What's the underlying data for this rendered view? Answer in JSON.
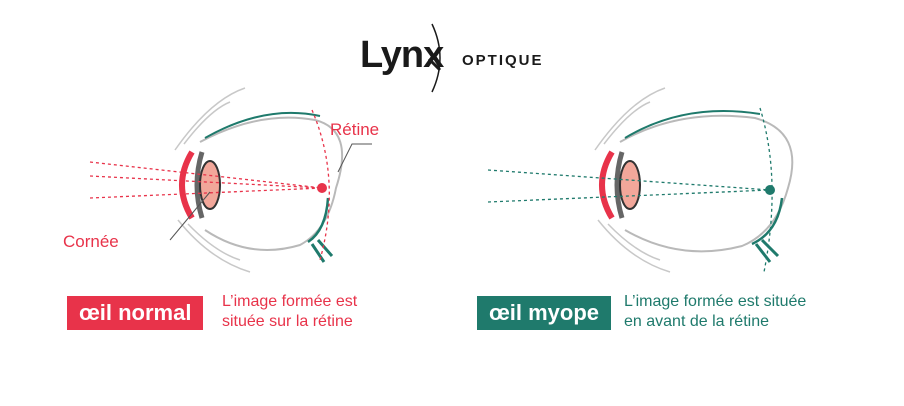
{
  "brand": {
    "name": "Lynx",
    "tagline": "OPTIQUE"
  },
  "colors": {
    "normal": "#e8334a",
    "myope": "#1f7a6c",
    "outline": "#b9b9b9",
    "lens": "#f2a79a"
  },
  "normal_eye": {
    "badge": "œil normal",
    "description_line1": "L’image formée est",
    "description_line2": "située sur la rétine",
    "label_retina": "Rétine",
    "label_cornea": "Cornée"
  },
  "myopic_eye": {
    "badge": "œil myope",
    "description_line1": "L’image formée est située",
    "description_line2": "en avant de la rétine"
  }
}
